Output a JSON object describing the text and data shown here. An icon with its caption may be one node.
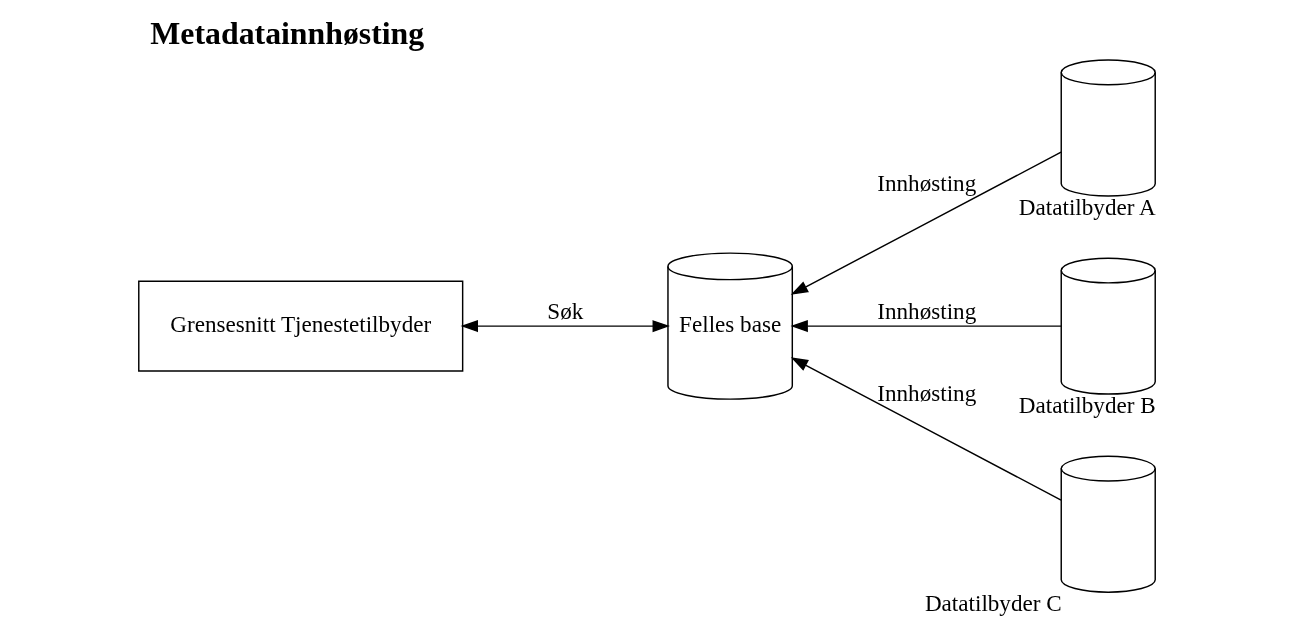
{
  "diagram": {
    "title": "Metadatainnhøsting",
    "nodes": [
      {
        "text": [
          "Grensesnitt Tjenestetilbyder"
        ]
      },
      {
        "text": [
          "Felles base"
        ]
      },
      {
        "text": [],
        "shape": "cylinder",
        "beside": [
          "Datatilbyder A"
        ]
      },
      {
        "text": [],
        "shape": "cylinder",
        "beside": [
          "Datatilbyder B"
        ]
      },
      {
        "text": [],
        "shape": "cylinder",
        "beside": [
          "Datatilbyder C"
        ]
      }
    ],
    "edges": [
      {
        "from": 0,
        "to": 1,
        "arrow": "both",
        "label": "Søk"
      },
      {
        "from": 2,
        "to": 1,
        "arrow": "to",
        "label": "Innhøsting"
      },
      {
        "from": 3,
        "to": 1,
        "arrow": "to",
        "label": "Innhøsting"
      },
      {
        "from": 4,
        "to": 1,
        "arrow": "to",
        "label": "Innhøsting"
      }
    ]
  }
}
